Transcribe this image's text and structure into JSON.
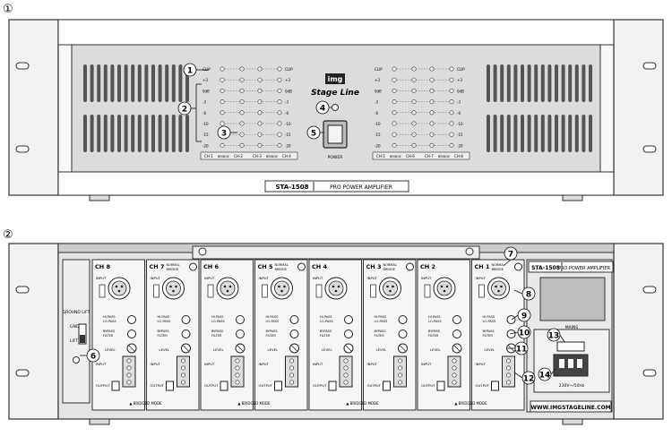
{
  "figure_labels": {
    "front": "①",
    "rear": "②"
  },
  "front": {
    "brand_logo": "img",
    "brand_name": "Stage Line",
    "power_label": "POWER",
    "model_plate": "STA-1508",
    "model_plate_desc": "PRO POWER AMPLIFIER",
    "meter_levels_left": [
      "CLIP",
      "+3",
      "0dB",
      "-3",
      "-6",
      "-10",
      "-15",
      "-20"
    ],
    "meter_levels_right": [
      "CLIP",
      "+3",
      "0dB",
      "-3",
      "-6",
      "-10",
      "-15",
      "-20"
    ],
    "channel_pairs_left": [
      {
        "a": "CH-1",
        "mode": "BRIDGE",
        "b": "CH-2"
      },
      {
        "a": "CH-3",
        "mode": "BRIDGE",
        "b": "CH-4"
      }
    ],
    "channel_pairs_right": [
      {
        "a": "CH-5",
        "mode": "BRIDGE",
        "b": "CH-6"
      },
      {
        "a": "CH-7",
        "mode": "BRIDGE",
        "b": "CH-8"
      }
    ],
    "callouts": [
      "1",
      "2",
      "3",
      "4",
      "5"
    ]
  },
  "rear": {
    "channels": [
      "CH 8",
      "CH 7",
      "CH 6",
      "CH 5",
      "CH 4",
      "CH 3",
      "CH 2",
      "CH 1"
    ],
    "input_label": "INPUT",
    "switch_mode": [
      "NORMAL",
      "BRIDGE"
    ],
    "switch_filter_a": [
      "HI-PASS",
      "LO-PASS"
    ],
    "switch_filter_b": [
      "BYPASS",
      "FILTER"
    ],
    "level_label": "LEVEL",
    "output_label": "OUTPUT",
    "bridged_mode": "BRIDGED MODE",
    "ground_lift": {
      "title": "GROUND LIFT",
      "gnd": "GND",
      "lift": "LIFT"
    },
    "mains": "MAINS",
    "mains_rating": "230V~/50Hz",
    "model_plate": "STA-1508",
    "model_plate_desc": "PRO POWER AMPLIFIER",
    "website": "WWW.IMGSTAGELINE.COM",
    "callouts": [
      "6",
      "7",
      "8",
      "9",
      "10",
      "11",
      "12",
      "13",
      "14"
    ]
  }
}
